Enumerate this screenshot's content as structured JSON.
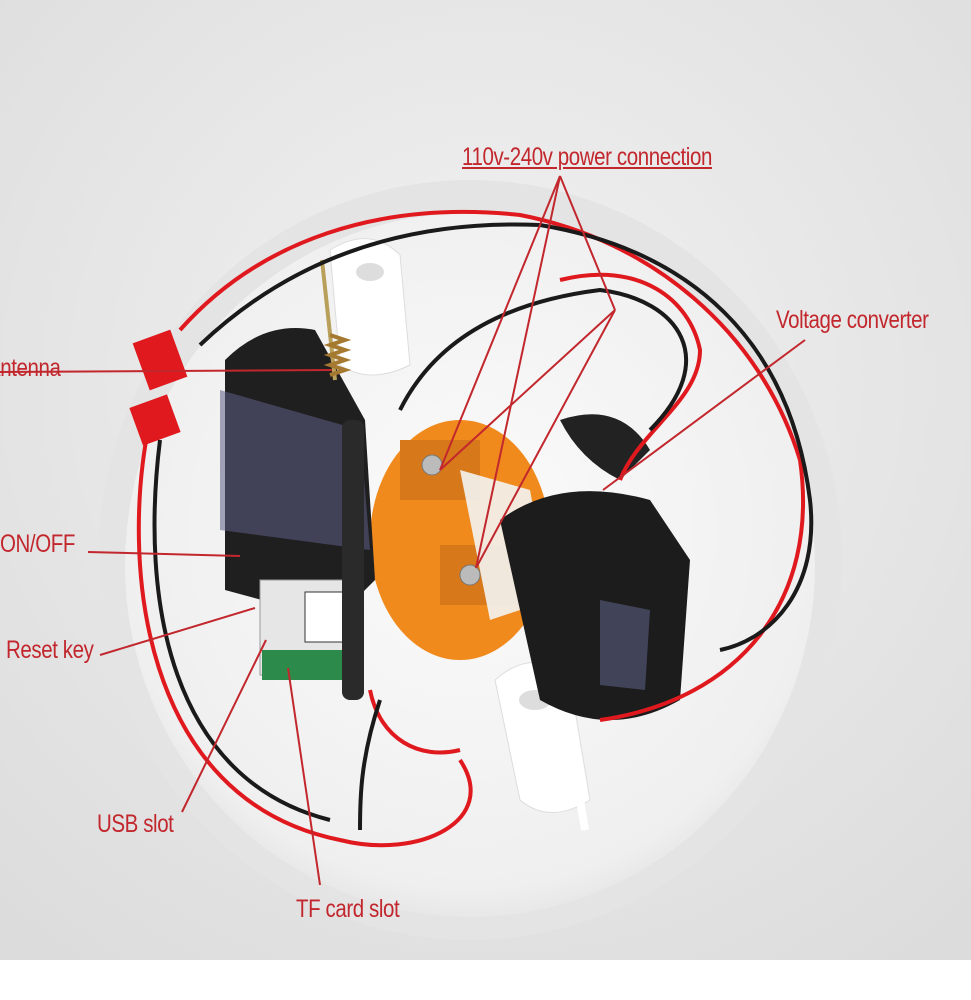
{
  "labels": {
    "power": "110v-240v power connection",
    "voltage": "Voltage converter",
    "antenna": "Antenna",
    "onoff": "ON/OFF",
    "reset": "Reset key",
    "usb": "USB slot",
    "tf": "TF card slot"
  },
  "colors": {
    "label": "#c2272d",
    "background": "#e9e9e9",
    "housing": "#f7f7f7",
    "wire_red": "#e0191f",
    "wire_black": "#1a1a1a",
    "orange_part": "#f08a1c"
  }
}
